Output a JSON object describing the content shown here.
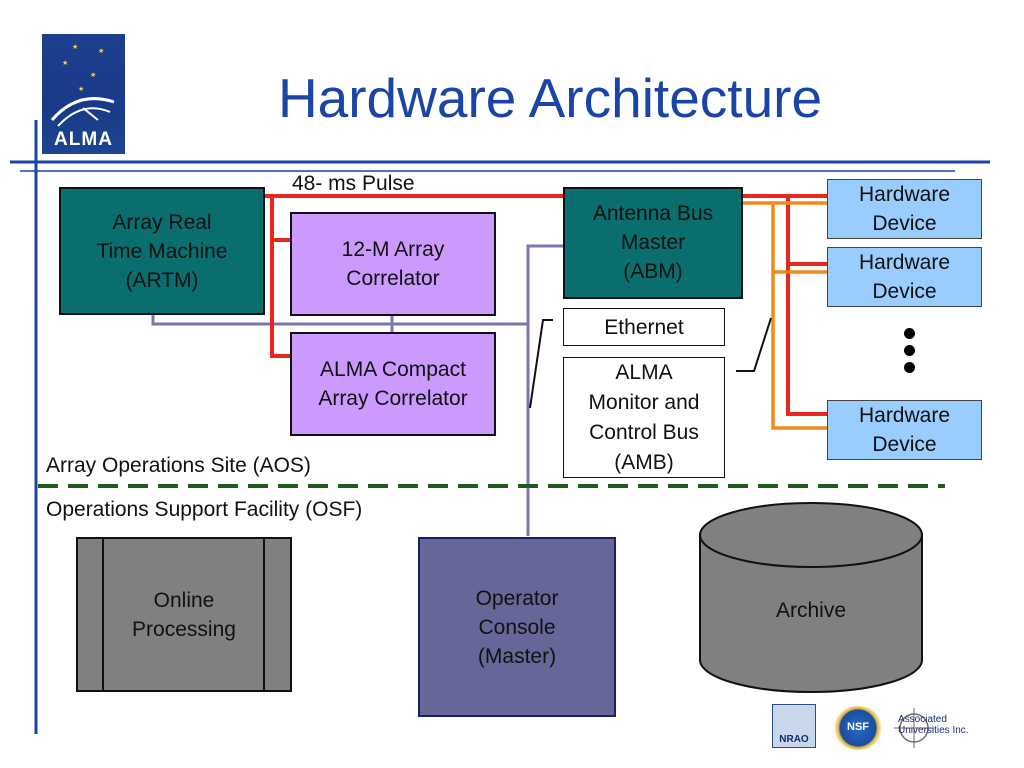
{
  "slide": {
    "title": "Hardware Architecture"
  },
  "logo": {
    "text": "ALMA"
  },
  "labels": {
    "pulse": "48- ms Pulse",
    "aos": "Array Operations Site (AOS)",
    "osf": "Operations Support Facility (OSF)"
  },
  "nodes": {
    "artm": "Array Real\nTime Machine\n(ARTM)",
    "correlator_12m": "12-M Array\nCorrelator",
    "compact_correlator": "ALMA Compact\nArray Correlator",
    "abm": "Antenna Bus\nMaster\n(ABM)",
    "ethernet": "Ethernet",
    "amb": "ALMA\nMonitor and\nControl Bus\n(AMB)",
    "hw_device_1": "Hardware\nDevice",
    "hw_device_2": "Hardware\nDevice",
    "hw_device_3": "Hardware\nDevice",
    "online_processing": "Online\nProcessing",
    "operator_console": "Operator\nConsole\n(Master)",
    "archive": "Archive"
  },
  "sponsors": {
    "nrao": "NRAO",
    "nsf": "NSF",
    "aui": "Associated\nUniversities Inc."
  },
  "colors": {
    "title": "#1a44a6",
    "pulse_line": "#e8261c",
    "ethernet_line": "#7a76b0",
    "bus_line": "#f28a1a",
    "separator": "#1f5a1f",
    "frame_line": "#1a44a6"
  }
}
